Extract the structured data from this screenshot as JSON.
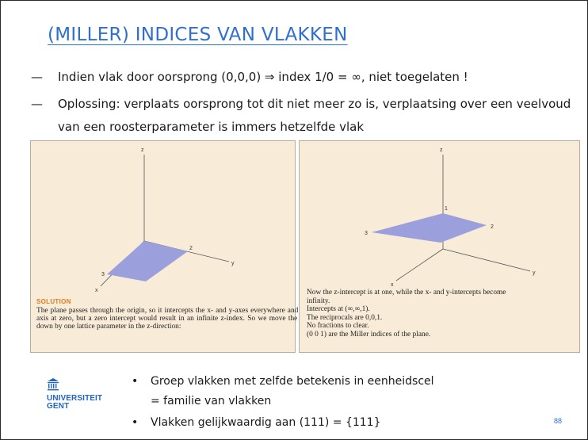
{
  "title": "(MILLER) INDICES VAN VLAKKEN",
  "bullets": [
    {
      "marker": "—",
      "text": "Indien vlak door oorsprong (0,0,0) ⇒ index  1/0 = ∞, niet toegelaten !"
    },
    {
      "marker": "—",
      "text": "Oplossing: verplaats oorsprong tot dit niet meer zo is, verplaatsing over een veelvoud",
      "continuation": "van een roosterparameter is immers hetzelfde vlak"
    }
  ],
  "figure_left": {
    "axis_labels": {
      "z": "z",
      "y": "y",
      "x": "x"
    },
    "intercept_labels": {
      "y": "2",
      "x": "3"
    },
    "solution_heading": "SOLUTION",
    "solution_text": "The plane passes through the origin, so it intercepts the x- and y-axes everywhere and the z-axis at zero, but a zero intercept would result in an infinite z-index. So we move the origin down by one lattice parameter in the z-direction:"
  },
  "figure_right": {
    "axis_labels": {
      "z": "z",
      "y": "y",
      "x": "x"
    },
    "intercept_labels": {
      "z": "1",
      "y": "2",
      "x": "3"
    },
    "lines": [
      "Now the z-intercept is at one, while the x- and y-intercepts become",
      "infinity.",
      "Intercepts at (∞,∞,1).",
      "The reciprocals are 0,0,1.",
      "No fractions to clear.",
      "(0 0 1) are the Miller indices of the plane."
    ]
  },
  "logo": {
    "line1": "UNIVERSITEIT",
    "line2": "GENT"
  },
  "bottom_bullets": [
    {
      "marker": "•",
      "text": "Groep vlakken met zelfde betekenis in eenheidscel",
      "continuation": "= familie van vlakken"
    },
    {
      "marker": "•",
      "text": "Vlakken gelijkwaardig aan (111) = {111}"
    }
  ],
  "page_number": "88",
  "colors": {
    "title": "#2f6fd0",
    "panel_bg": "#f8ebd8",
    "plane": "#9b9fdc",
    "solution": "#e07b1e",
    "logo": "#1e64c8"
  }
}
